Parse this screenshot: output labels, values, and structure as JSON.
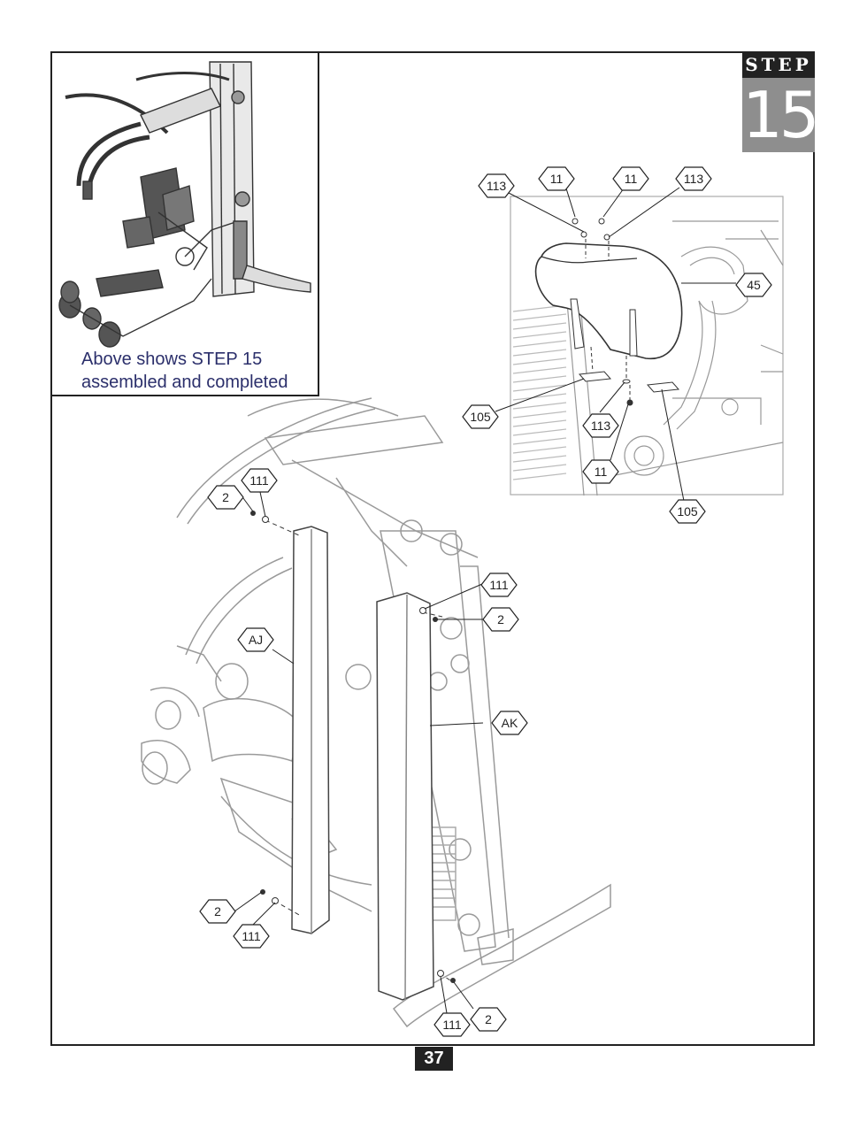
{
  "page": {
    "number": "37"
  },
  "step": {
    "word": "STEP",
    "number": "15"
  },
  "inset": {
    "caption_line1": "Above shows STEP 15",
    "caption_line2": "assembled and completed"
  },
  "callouts": {
    "detail": [
      {
        "id": "c113a",
        "text": "113"
      },
      {
        "id": "c11a",
        "text": "11"
      },
      {
        "id": "c11b",
        "text": "11"
      },
      {
        "id": "c113b",
        "text": "113"
      },
      {
        "id": "c45",
        "text": "45"
      },
      {
        "id": "c105a",
        "text": "105"
      },
      {
        "id": "c113c",
        "text": "113"
      },
      {
        "id": "c11c",
        "text": "11"
      },
      {
        "id": "c105b",
        "text": "105"
      }
    ],
    "main": [
      {
        "id": "m2a",
        "text": "2"
      },
      {
        "id": "m111a",
        "text": "111"
      },
      {
        "id": "m111b",
        "text": "111"
      },
      {
        "id": "m2b",
        "text": "2"
      },
      {
        "id": "mAJ",
        "text": "AJ"
      },
      {
        "id": "mAK",
        "text": "AK"
      },
      {
        "id": "m2c",
        "text": "2"
      },
      {
        "id": "m111c",
        "text": "111"
      },
      {
        "id": "m111d",
        "text": "111"
      },
      {
        "id": "m2d",
        "text": "2"
      }
    ]
  }
}
